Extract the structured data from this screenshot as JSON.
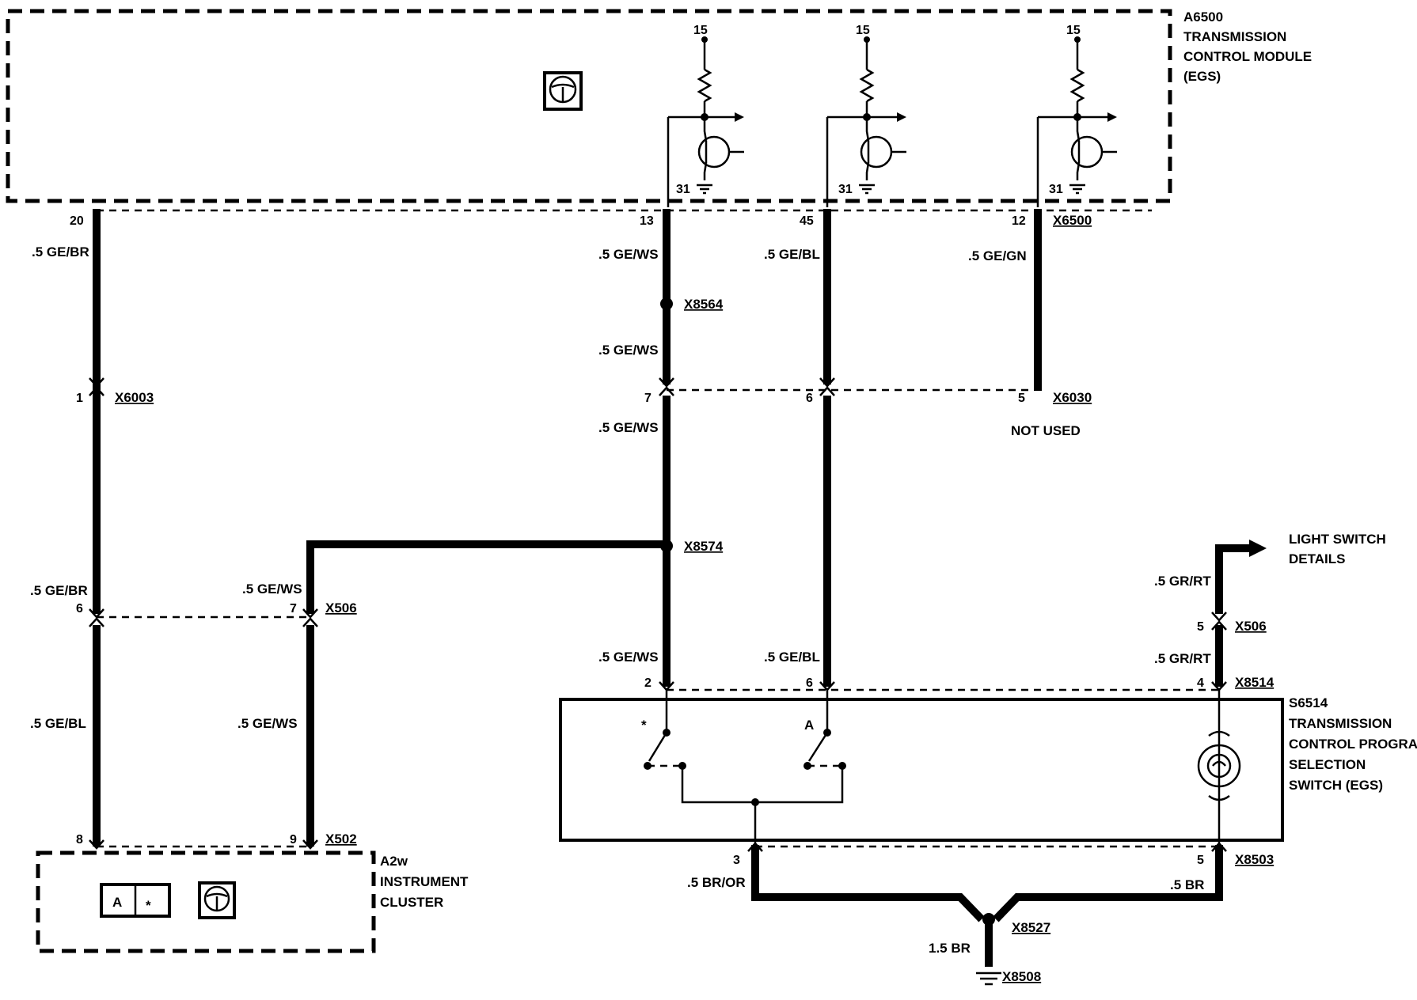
{
  "components": {
    "tcm": {
      "lines": [
        "A6500",
        "TRANSMISSION",
        "CONTROL MODULE",
        "(EGS)"
      ]
    },
    "switch": {
      "lines": [
        "S6514",
        "TRANSMISSION",
        "CONTROL PROGRAM",
        "SELECTION",
        "SWITCH (EGS)"
      ]
    },
    "cluster": {
      "lines": [
        "A2w",
        "INSTRUMENT",
        "CLUSTER"
      ]
    },
    "light_switch": {
      "lines": [
        "LIGHT SWITCH",
        "DETAILS"
      ]
    },
    "cluster_icons": {
      "a_label": "A",
      "star_label": "*",
      "icon": "steering-wheel-icon"
    },
    "tcm_icon": "steering-wheel-icon"
  },
  "terminals": {
    "v15": "15",
    "g31": "31"
  },
  "connectors": {
    "x6500": "X6500",
    "x8564": "X8564",
    "x6003": "X6003",
    "x6030": "X6030",
    "x8574": "X8574",
    "x506a": "X506",
    "x506b": "X506",
    "x8514": "X8514",
    "x502": "X502",
    "x8503": "X8503",
    "x8527": "X8527",
    "x8508": "X8508"
  },
  "pins": {
    "p20": "20",
    "p13": "13",
    "p45": "45",
    "p12": "12",
    "p1": "1",
    "p7a": "7",
    "p6a": "6",
    "p5a": "5",
    "p6b": "6",
    "p7b": "7",
    "p5b": "5",
    "p2": "2",
    "p6c": "6",
    "p4": "4",
    "p8": "8",
    "p9": "9",
    "p3": "3",
    "p5c": "5"
  },
  "wires": {
    "w_gebr_top": ".5 GE/BR",
    "w_gews_1": ".5 GE/WS",
    "w_gebl_1": ".5 GE/BL",
    "w_gegn": ".5 GE/GN",
    "w_gews_2": ".5 GE/WS",
    "w_gews_3": ".5 GE/WS",
    "w_gebr_mid": ".5 GE/BR",
    "w_gews_4": ".5 GE/WS",
    "w_grrt_1": ".5 GR/RT",
    "w_grrt_2": ".5 GR/RT",
    "w_gews_5": ".5 GE/WS",
    "w_gebl_2": ".5 GE/BL",
    "w_gebl_3": ".5 GE/BL",
    "w_gews_6": ".5 GE/WS",
    "w_bror": ".5 BR/OR",
    "w_br": ".5 BR",
    "w_15br": "1.5 BR"
  },
  "notes": {
    "not_used": "NOT USED"
  },
  "switch_marks": {
    "star": "*",
    "a": "A"
  }
}
